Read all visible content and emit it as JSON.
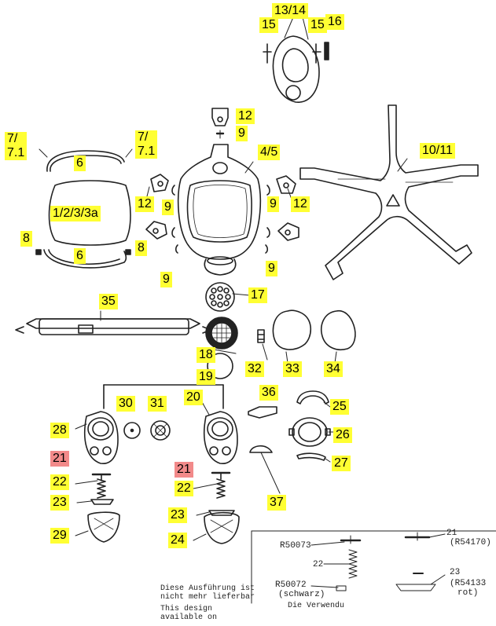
{
  "colors": {
    "label_bg": "#ffff33",
    "label_highlight_bg": "#f28a8a",
    "line": "#222222"
  },
  "labels": {
    "l1314": "13/14",
    "l15a": "15",
    "l15b": "15",
    "l16": "16",
    "l12top": "12",
    "l9top": "9",
    "l71left": "7/\n7.1",
    "l71right": "7/\n7.1",
    "l6top": "6",
    "l45": "4/5",
    "l1011": "10/11",
    "l123": "1/2/3/3a",
    "l12left": "12",
    "l9left": "9",
    "l9right": "9",
    "l12right": "12",
    "l8left": "8",
    "l6bot": "6",
    "l8right": "8",
    "l9bl": "9",
    "l9br": "9",
    "l17": "17",
    "l35": "35",
    "l18": "18",
    "l32": "32",
    "l33": "33",
    "l34": "34",
    "l19": "19",
    "l36": "36",
    "l20": "20",
    "l30": "30",
    "l31": "31",
    "l25": "25",
    "l28": "28",
    "l26": "26",
    "l21a": "21",
    "l27": "27",
    "l21b": "21",
    "l22a": "22",
    "l22b": "22",
    "l37": "37",
    "l23a": "23",
    "l23b": "23",
    "l29": "29",
    "l24": "24"
  },
  "inset": {
    "r50073": "R50073",
    "r21": "21",
    "r54170": "(R54170)",
    "r22": "22",
    "r23": "23",
    "r54133": "(R54133",
    "rot": "rot)",
    "r50072": "R50072",
    "schwarz": "(schwarz)",
    "cut": "Die Verwendu"
  },
  "footnote": {
    "de1": "Diese Ausführung ist",
    "de2": "nicht mehr lieferbar",
    "en1": "This design",
    "en2": "available on"
  }
}
